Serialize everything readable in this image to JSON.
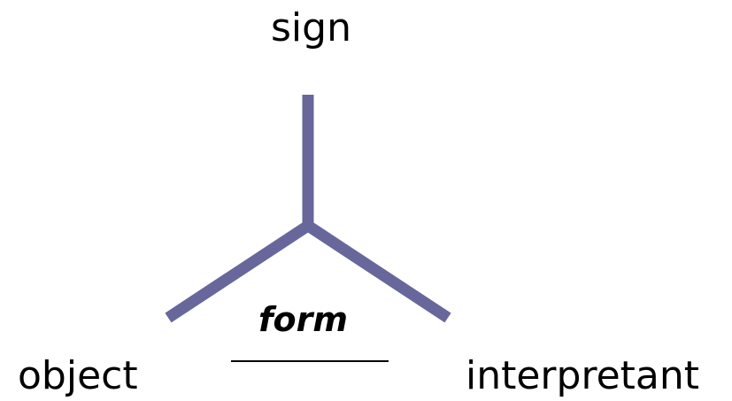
{
  "diagram": {
    "nodes": {
      "sign": "sign",
      "object": "object",
      "interpretant": "interpretant"
    },
    "center_label": "form",
    "colors": {
      "branch": "#67679b",
      "text": "#000000",
      "underline": "#000000"
    }
  }
}
